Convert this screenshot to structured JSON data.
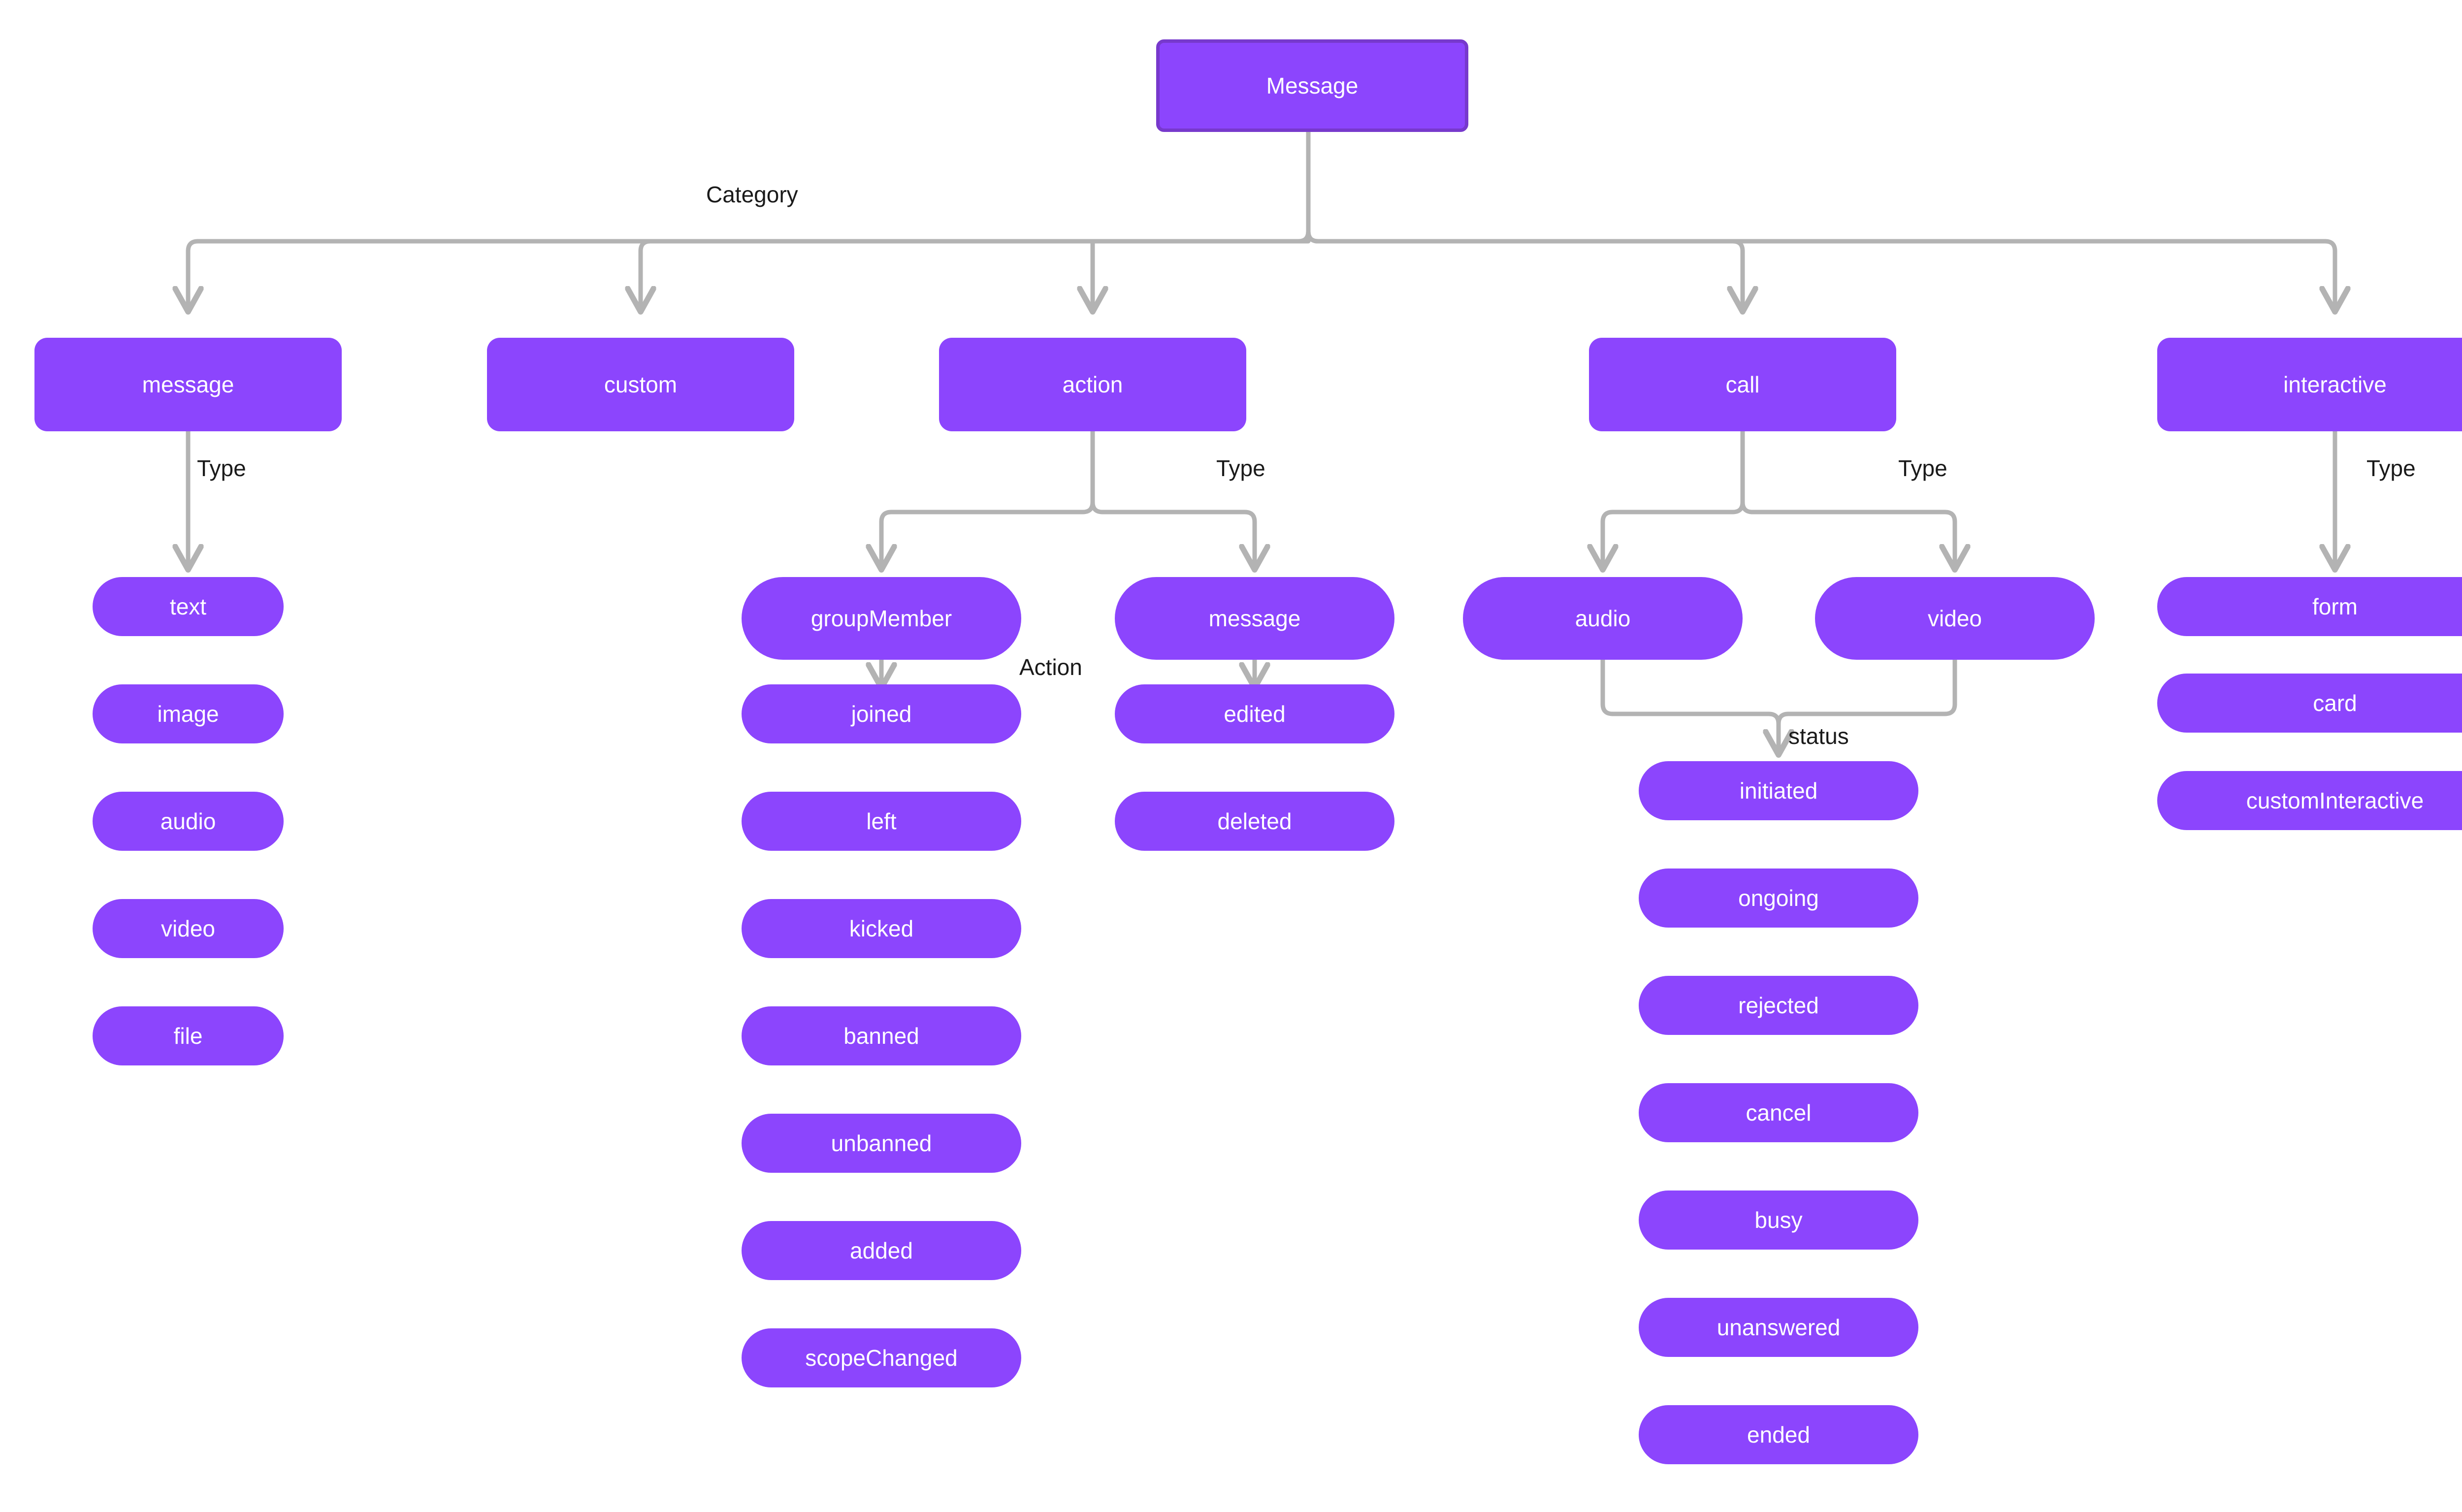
{
  "diagram": {
    "title": "Message",
    "colors": {
      "node_fill": "#8C45FD",
      "root_border": "#7739CC",
      "edge_stroke": "#B3B3B3",
      "node_text": "#ffffff",
      "label_text": "#1a1a1a",
      "background": "#ffffff"
    },
    "root": {
      "label": "Message"
    },
    "edge_labels": {
      "category": "Category",
      "type_message": "Type",
      "type_action": "Type",
      "type_call": "Type",
      "type_interactive": "Type",
      "action": "Action",
      "status": "status"
    },
    "categories": [
      {
        "id": "message",
        "label": "message"
      },
      {
        "id": "custom",
        "label": "custom"
      },
      {
        "id": "action",
        "label": "action"
      },
      {
        "id": "call",
        "label": "call"
      },
      {
        "id": "interactive",
        "label": "interactive"
      }
    ],
    "message_types": [
      {
        "label": "text"
      },
      {
        "label": "image"
      },
      {
        "label": "audio"
      },
      {
        "label": "video"
      },
      {
        "label": "file"
      }
    ],
    "action_types": [
      {
        "label": "groupMember"
      },
      {
        "label": "message"
      }
    ],
    "group_member_actions": [
      {
        "label": "joined"
      },
      {
        "label": "left"
      },
      {
        "label": "kicked"
      },
      {
        "label": "banned"
      },
      {
        "label": "unbanned"
      },
      {
        "label": "added"
      },
      {
        "label": "scopeChanged"
      }
    ],
    "message_actions": [
      {
        "label": "edited"
      },
      {
        "label": "deleted"
      }
    ],
    "call_types": [
      {
        "label": "audio"
      },
      {
        "label": "video"
      }
    ],
    "call_statuses": [
      {
        "label": "initiated"
      },
      {
        "label": "ongoing"
      },
      {
        "label": "rejected"
      },
      {
        "label": "cancel"
      },
      {
        "label": "busy"
      },
      {
        "label": "unanswered"
      },
      {
        "label": "ended"
      }
    ],
    "interactive_types": [
      {
        "label": "form"
      },
      {
        "label": "card"
      },
      {
        "label": "customInteractive"
      }
    ]
  }
}
